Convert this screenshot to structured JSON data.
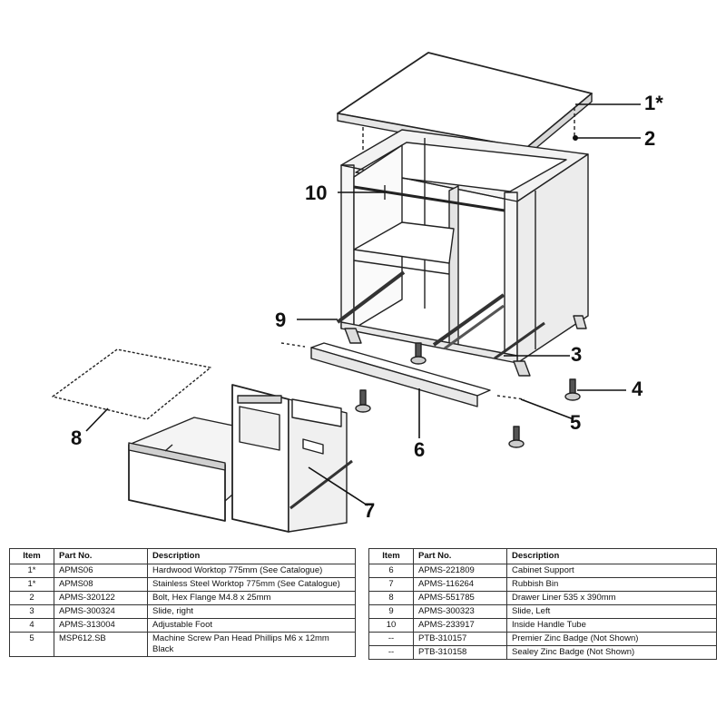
{
  "callouts": {
    "c1": "1*",
    "c2": "2",
    "c3": "3",
    "c4": "4",
    "c5": "5",
    "c6": "6",
    "c7": "7",
    "c8": "8",
    "c9": "9",
    "c10": "10"
  },
  "parts_table": {
    "headers": {
      "item": "Item",
      "part_no": "Part No.",
      "description": "Description"
    },
    "left_rows": [
      {
        "item": "1*",
        "part_no": "APMS06",
        "description": "Hardwood Worktop 775mm (See Catalogue)"
      },
      {
        "item": "1*",
        "part_no": "APMS08",
        "description": "Stainless Steel Worktop 775mm (See Catalogue)"
      },
      {
        "item": "2",
        "part_no": "APMS-320122",
        "description": "Bolt, Hex Flange M4.8 x 25mm"
      },
      {
        "item": "3",
        "part_no": "APMS-300324",
        "description": "Slide, right"
      },
      {
        "item": "4",
        "part_no": "APMS-313004",
        "description": "Adjustable Foot"
      },
      {
        "item": "5",
        "part_no": "MSP612.SB",
        "description": "Machine Screw Pan Head Phillips M6 x 12mm Black"
      }
    ],
    "right_rows": [
      {
        "item": "6",
        "part_no": "APMS-221809",
        "description": "Cabinet Support"
      },
      {
        "item": "7",
        "part_no": "APMS-116264",
        "description": "Rubbish Bin"
      },
      {
        "item": "8",
        "part_no": "APMS-551785",
        "description": "Drawer Liner 535 x 390mm"
      },
      {
        "item": "9",
        "part_no": "APMS-300323",
        "description": "Slide, Left"
      },
      {
        "item": "10",
        "part_no": "APMS-233917",
        "description": "Inside Handle Tube"
      },
      {
        "item": "--",
        "part_no": "PTB-310157",
        "description": "Premier Zinc Badge (Not Shown)"
      },
      {
        "item": "--",
        "part_no": "PTB-310158",
        "description": "Sealey Zinc Badge (Not Shown)"
      }
    ]
  }
}
